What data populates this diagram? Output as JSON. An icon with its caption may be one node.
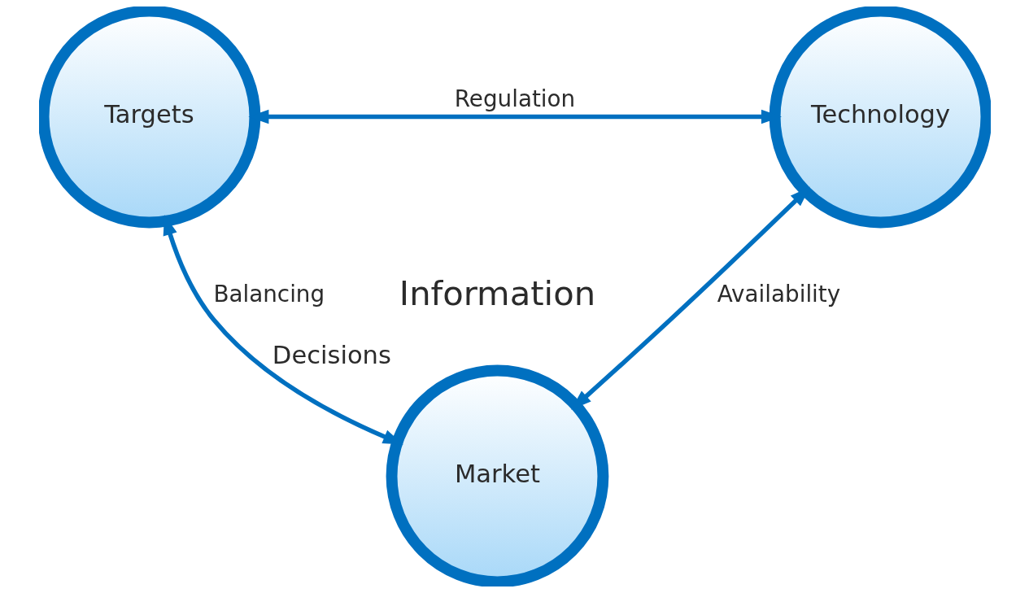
{
  "diagram": {
    "nodes": [
      {
        "text": [
          "Targets"
        ]
      },
      {
        "text": [
          "Technology"
        ]
      },
      {
        "text": [
          "Market"
        ],
        "beside": [
          "Decisions"
        ]
      }
    ],
    "edges": [
      {
        "from": 0,
        "to": 1,
        "arrow": "both",
        "label": "Regulation"
      },
      {
        "from": 0,
        "to": 2,
        "arrow": "both",
        "label": "Balancing"
      },
      {
        "from": 1,
        "to": 2,
        "arrow": "both",
        "label": "Availability"
      }
    ],
    "labels": [
      "Information"
    ]
  }
}
